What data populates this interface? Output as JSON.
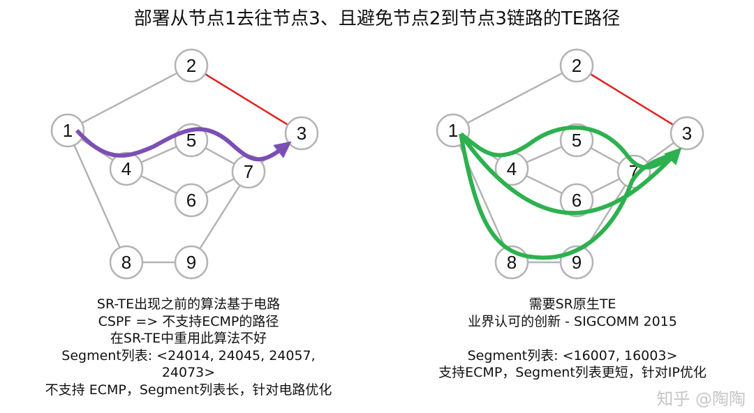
{
  "title": "部署从节点1去往节点3、且避免节点2到节点3链路的TE路径",
  "nodes": [
    "1",
    "2",
    "3",
    "4",
    "5",
    "6",
    "7",
    "8",
    "9"
  ],
  "colors": {
    "edge": "#b3b3b3",
    "avoided_link": "#e02020",
    "cspf_path": "#7b4fb5",
    "sr_path": "#2db14f"
  },
  "left": {
    "caption": [
      "SR-TE出现之前的算法基于电路",
      "CSPF => 不支持ECMP的路径",
      "在SR-TE中重用此算法不好",
      "Segment列表: <24014, 24045, 24057,",
      "24073>",
      "不支持 ECMP，Segment列表长，针对电路优化"
    ]
  },
  "right": {
    "caption": [
      "需要SR原生TE",
      "业界认可的创新 - SIGCOMM 2015",
      "",
      "Segment列表: <16007, 16003>",
      "支持ECMP，Segment列表更短，针对IP优化"
    ]
  },
  "watermark": "知乎 @陶陶"
}
